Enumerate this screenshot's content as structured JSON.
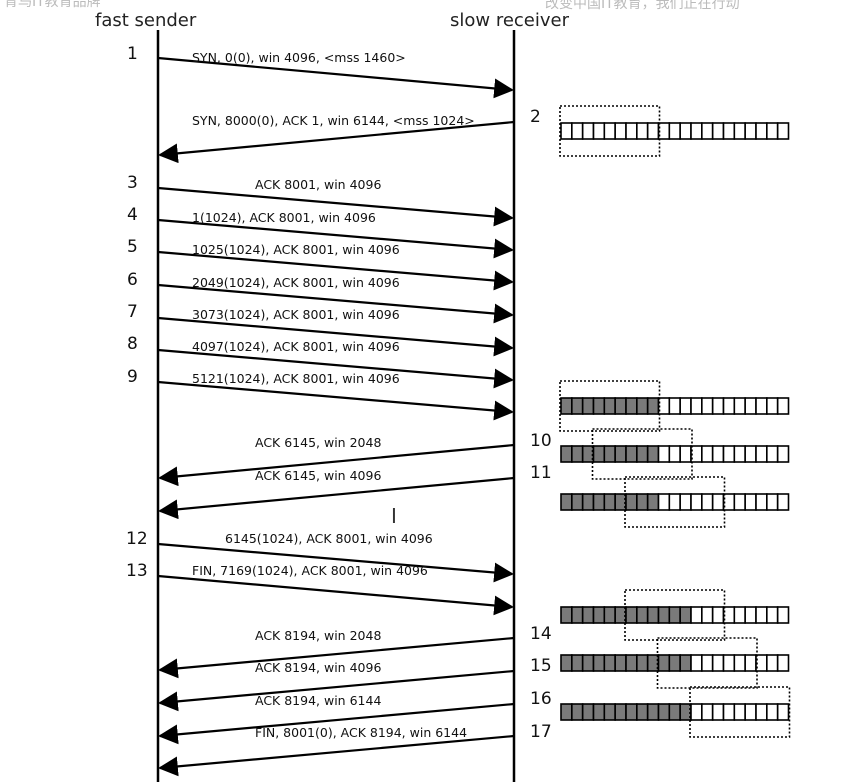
{
  "header": {
    "left_title": "fast sender",
    "right_title": "slow receiver",
    "faded_left": "青鸟IT教育品牌",
    "faded_right": "改变中国IT教育，我们正在行动"
  },
  "colors": {
    "line": "#000000",
    "filled_cell": "#7a7a7a",
    "empty_cell": "#ffffff",
    "background": "#ffffff"
  },
  "segments": [
    {
      "num": "1",
      "label": "SYN, 0(0), win 4096, <mss 1460>",
      "direction": "to-receiver"
    },
    {
      "num": "2",
      "label": "SYN, 8000(0), ACK 1, win 6144, <mss 1024>",
      "direction": "to-sender"
    },
    {
      "num": "3",
      "label": "ACK 8001, win 4096",
      "direction": "to-receiver"
    },
    {
      "num": "4",
      "label": "1(1024), ACK 8001, win 4096",
      "direction": "to-receiver"
    },
    {
      "num": "5",
      "label": "1025(1024), ACK 8001, win 4096",
      "direction": "to-receiver"
    },
    {
      "num": "6",
      "label": "2049(1024), ACK 8001, win 4096",
      "direction": "to-receiver"
    },
    {
      "num": "7",
      "label": "3073(1024), ACK 8001, win 4096",
      "direction": "to-receiver"
    },
    {
      "num": "8",
      "label": "4097(1024), ACK 8001, win 4096",
      "direction": "to-receiver"
    },
    {
      "num": "9",
      "label": "5121(1024), ACK 8001, win 4096",
      "direction": "to-receiver"
    },
    {
      "num": "10",
      "label": "ACK 6145, win 2048",
      "direction": "to-sender"
    },
    {
      "num": "11",
      "label": "ACK 6145, win 4096",
      "direction": "to-sender"
    },
    {
      "num": "12",
      "label": "6145(1024), ACK 8001, win 4096",
      "direction": "to-receiver"
    },
    {
      "num": "13",
      "label": "FIN, 7169(1024), ACK 8001, win 4096",
      "direction": "to-receiver"
    },
    {
      "num": "14",
      "label": "ACK 8194, win 2048",
      "direction": "to-sender"
    },
    {
      "num": "15",
      "label": "ACK 8194, win 4096",
      "direction": "to-sender"
    },
    {
      "num": "16",
      "label": "ACK 8194, win 6144",
      "direction": "to-sender"
    },
    {
      "num": "17",
      "label": "FIN, 8001(0), ACK 8194, win 6144",
      "direction": "to-sender"
    }
  ],
  "buffers": [
    {
      "filled": 0,
      "window_start": 0,
      "window_cells": 3
    },
    {
      "filled": 3,
      "window_start": 0,
      "window_cells": 3
    },
    {
      "filled": 3,
      "window_start": 1,
      "window_cells": 3
    },
    {
      "filled": 3,
      "window_start": 2,
      "window_cells": 3
    },
    {
      "filled": 4,
      "window_start": 2,
      "window_cells": 3
    },
    {
      "filled": 4,
      "window_start": 3,
      "window_cells": 3
    },
    {
      "filled": 4,
      "window_start": 4,
      "window_cells": 3
    }
  ],
  "buffer_cells_total": 7,
  "subcells_per_cell": 3
}
